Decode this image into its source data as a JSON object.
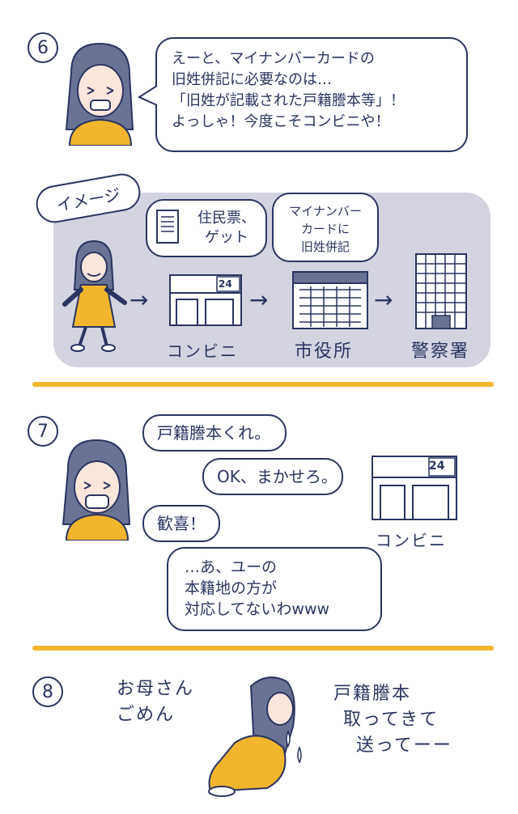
{
  "panel6": {
    "number": "6",
    "bubble_lines": [
      "えーと、マイナンバーカードの",
      "旧姓併記に必要なのは…",
      "「旧姓が記載された戸籍謄本等」！",
      "よっしゃ！今度こそコンビニや！"
    ]
  },
  "image_scene": {
    "tag": "イメージ",
    "bubble1": [
      "住民票、",
      "ゲット"
    ],
    "bubble2": [
      "マイナンバー",
      "カードに",
      "旧姓併記"
    ],
    "store_sign": "24",
    "labels": [
      "コンビニ",
      "市役所",
      "警察署"
    ]
  },
  "panel7": {
    "number": "7",
    "speech1": "戸籍謄本くれ。",
    "speech2": "OK、まかせろ。",
    "speech3": "歓喜！",
    "store_sign": "24",
    "store_label": "コンビニ",
    "reply_lines": [
      "…あ、ユーの",
      "本籍地の方が",
      "対応してないわwww"
    ]
  },
  "panel8": {
    "number": "8",
    "left_lines": [
      "お母さん",
      "ごめん"
    ],
    "right_lines": [
      "戸籍謄本",
      "取ってきて",
      "送ってーー"
    ]
  },
  "colors": {
    "ink": "#2a3560",
    "accent_yellow": "#f2b62e",
    "panel_gray": "#d3d4e0",
    "skin": "#fbe6dc"
  }
}
